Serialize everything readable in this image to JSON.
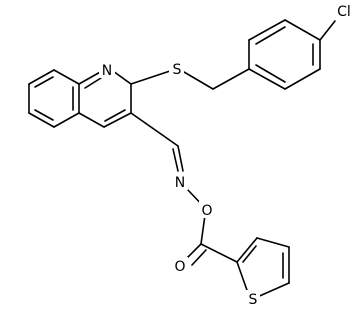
{
  "molecule": {
    "atoms": {
      "cl": "Cl",
      "n_ring": "N",
      "s_thio": "S",
      "n_oxime": "N",
      "o_ester": "O",
      "o_carbonyl": "O",
      "s_thiophene": "S"
    },
    "colors": {
      "bond": "#000000",
      "label": "#000000",
      "background": "#ffffff"
    }
  }
}
